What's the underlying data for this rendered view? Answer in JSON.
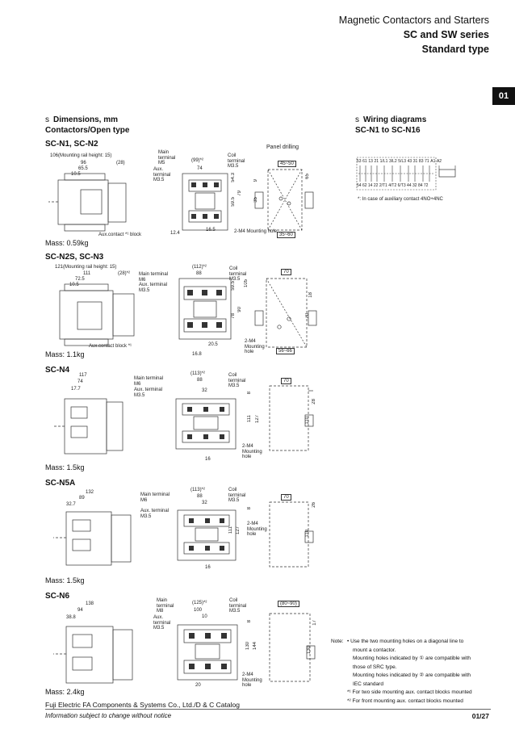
{
  "header": {
    "title": "Magnetic Contactors and Starters",
    "series": "SC and SW series",
    "type": "Standard type"
  },
  "tab": "01",
  "dimensions_section": {
    "bullet": "s",
    "title": "Dimensions, mm",
    "subtitle": "Contactors/Open type"
  },
  "wiring_section": {
    "bullet": "s",
    "title": "Wiring diagrams",
    "subtitle": "SC-N1 to SC-N16"
  },
  "wiring_note": "*: In case of auxiliary contact 4NO+4NC",
  "wiring_terminals_top": [
    "53",
    "61",
    "13",
    "21",
    "1/L1",
    "3/L2",
    "5/L3",
    "43",
    "31",
    "83",
    "71",
    "A1",
    "A2"
  ],
  "wiring_terminals_bottom": [
    "54",
    "62",
    "14",
    "22",
    "2/T1",
    "4/T2",
    "6/T3",
    "44",
    "32",
    "84",
    "72"
  ],
  "panel_drilling": "Panel drilling",
  "models": [
    {
      "name": "SC-N1, SC-N2",
      "mass": "Mass: 0.59kg",
      "rail": "106(Mounting rail height: 15)",
      "side_dims": [
        "96",
        "(28)",
        "65.5",
        "10.5"
      ],
      "front_dims": [
        "(99)*²",
        "74",
        "12.4",
        "16.5",
        "79",
        "59.5",
        "54.3"
      ],
      "drill_dims": [
        "45~50",
        "65",
        "9",
        "35",
        "35~60"
      ],
      "main_terminal": "Main terminal M5",
      "aux_terminal": "Aux. terminal M3.5",
      "coil_terminal": "Coil terminal M3.5",
      "aux_block": "Aux.contact *¹ block",
      "mount_hole": "2-M4 Mounting hole"
    },
    {
      "name": "SC-N2S, SC-N3",
      "mass": "Mass: 1.1kg",
      "rail": "121(Mounting rail height: 15)",
      "side_dims": [
        "111",
        "(28)*²",
        "72.5",
        "10.5"
      ],
      "front_dims": [
        "(112)*²",
        "88",
        "20.5",
        "16.8",
        "90",
        "78",
        "59.5",
        "105"
      ],
      "drill_dims": [
        "70",
        "18",
        "70",
        "56~66"
      ],
      "main_terminal": "Main terminal M6",
      "aux_terminal": "Aux. terminal M3.5",
      "coil_terminal": "Coil terminal M3.5",
      "aux_block": "Aux.contact block *¹",
      "mount_hole": "2-M4 Mounting hole"
    },
    {
      "name": "SC-N4",
      "mass": "Mass: 1.5kg",
      "side_dims": [
        "117",
        "74",
        "17.7"
      ],
      "front_dims": [
        "(113)*²",
        "88",
        "32",
        "16",
        "8",
        "111",
        "127"
      ],
      "drill_dims": [
        "70",
        "28",
        "110"
      ],
      "main_terminal": "Main terminal M6",
      "aux_terminal": "Aux. terminal M3.5",
      "coil_terminal": "Coil terminal M3.5",
      "mount_hole": "2-M4 Mounting hole"
    },
    {
      "name": "SC-N5A",
      "mass": "Mass: 1.5kg",
      "side_dims": [
        "132",
        "89",
        "32.7"
      ],
      "front_dims": [
        "(113)*²",
        "88",
        "32",
        "16",
        "8",
        "111",
        "127"
      ],
      "drill_dims": [
        "70",
        "26",
        "110"
      ],
      "main_terminal": "Main terminal M6",
      "aux_terminal": "Aux. terminal M3.5",
      "coil_terminal": "Coil terminal M3.5",
      "mount_hole": "2-M4 Mounting hole"
    },
    {
      "name": "SC-N6",
      "mass": "Mass: 2.4kg",
      "side_dims": [
        "138",
        "94",
        "38.8"
      ],
      "front_dims": [
        "(125)*²",
        "100",
        "10",
        "20",
        "8",
        "130",
        "144"
      ],
      "drill_dims": [
        "(80~90)",
        "17",
        "130"
      ],
      "main_terminal": "Main terminal M8",
      "aux_terminal": "Aux. terminal M3.5",
      "coil_terminal": "Coil terminal M3.5",
      "mount_hole": "2-M4 Mounting hole"
    }
  ],
  "notes": {
    "label": "Note:",
    "lines": [
      "• Use the two mounting holes on a diagonal line to",
      "mount a contactor.",
      "Mounting holes indicated by ① are compatible with",
      "those of SRC type.",
      "Mounting holes indicated by ② are compatible with",
      "IEC standard"
    ],
    "fn1_mark": "*¹",
    "fn1": "For two side mounting aux. contact blocks mounted",
    "fn2_mark": "*²",
    "fn2": "For front mounting aux. contact blocks mounted"
  },
  "footer": {
    "company": "Fuji Electric FA Components & Systems Co., Ltd./D & C Catalog",
    "disclaimer": "Information subject to change without notice",
    "page": "01/27"
  }
}
